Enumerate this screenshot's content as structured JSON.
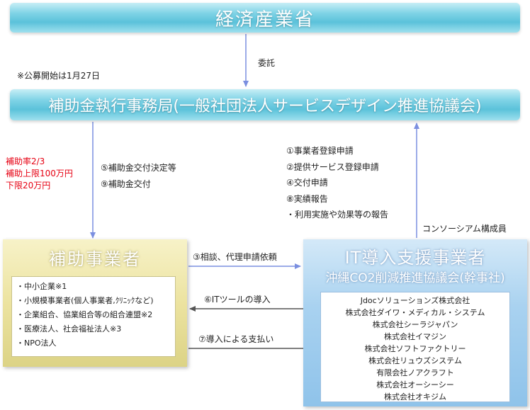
{
  "ministry": "経済産業省",
  "commission_label": "委託",
  "announcement": "※公募開始は1月27日",
  "secretariat": "補助金執行事務局(一般社団法人サービスデザイン推進協議会)",
  "subsidy_terms": [
    "補助率2/3",
    "補助上限100万円",
    "下限20万円"
  ],
  "secretariat_to_recipient": [
    "⑤補助金交付決定等",
    "⑨補助金交付"
  ],
  "vendor_to_secretariat": [
    "①事業者登録申請",
    "②提供サービス登録申請",
    "④交付申請",
    "⑧実績報告",
    "・利用実施や効果等の報告"
  ],
  "consortium_label": "コンソーシアム構成員",
  "recipient": {
    "title": "補助事業者",
    "items": [
      "・中小企業※1",
      "・小規模事業者(個人事業者,ｸﾘﾆｯｸなど)",
      "・企業組合、協業組合等の組合連盟※2",
      "・医療法人、社会福祉法人※3",
      "・NPO法人"
    ]
  },
  "flows": {
    "consult": "③相談、代理申請依頼",
    "it_tool": "⑥ITツールの導入",
    "payment": "⑦導入による支払い"
  },
  "vendor": {
    "title": "IT導入支援事業者",
    "subtitle": "沖縄CO2削減推進協議会(幹事社)",
    "members": [
      "Jdocソリューションズ株式会社",
      "株式会社ダイワ・メディカル・システム",
      "株式会社シーラジャパン",
      "株式会社イマジン",
      "株式会社ソフトファクトリー",
      "株式会社リュウズシステム",
      "有限会社ノアクラフト",
      "株式会社オーシーシー",
      "株式会社オキジム"
    ]
  },
  "colors": {
    "banner": "#5bc2da",
    "recipient_box": "#ece3a0",
    "vendor_box": "#a9d2f0",
    "arrow_blue": "#7b8fe0",
    "arrow_dark": "#555555",
    "terms_red": "#e60012"
  }
}
